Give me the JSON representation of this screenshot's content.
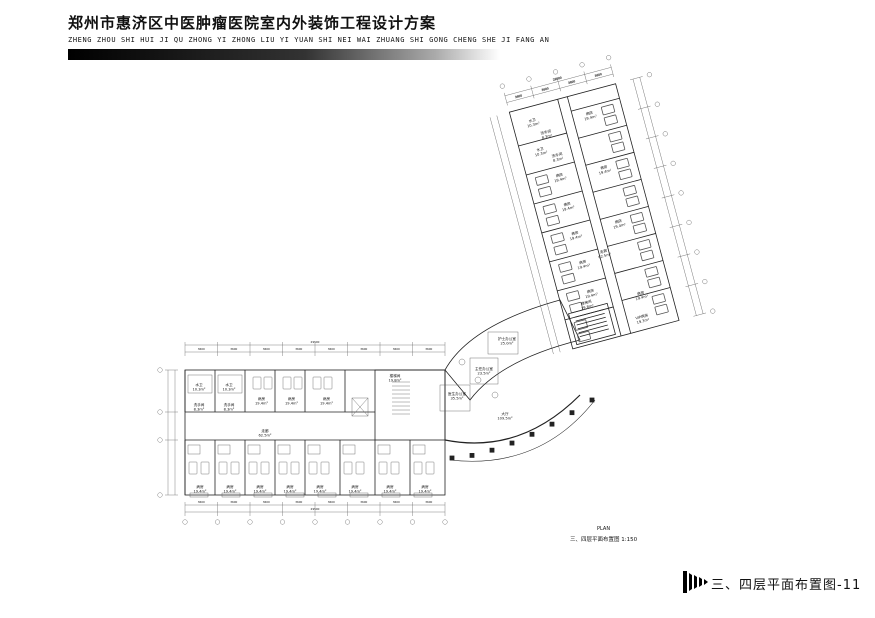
{
  "header": {
    "title_cn": "郑州市惠济区中医肿瘤医院室内外装饰工程设计方案",
    "title_en": "ZHENG ZHOU SHI HUI JI QU ZHONG YI ZHONG LIU YI YUAN SHI NEI  WAI ZHUANG SHI GONG CHENG SHE JI FANG AN"
  },
  "plan": {
    "label": "PLAN",
    "caption": "三、四层平面布置图 1:150",
    "rooms": {
      "left_wing": [
        {
          "name": "病房",
          "area": "19.4m²"
        },
        {
          "name": "病房",
          "area": "19.4m²"
        },
        {
          "name": "病房",
          "area": "19.4m²"
        },
        {
          "name": "病房",
          "area": "19.4m²"
        },
        {
          "name": "病房",
          "area": "19.4m²"
        },
        {
          "name": "病房",
          "area": "19.4m²"
        },
        {
          "name": "病房",
          "area": "19.4m²"
        },
        {
          "name": "病房",
          "area": "19.4m²"
        },
        {
          "name": "病房",
          "area": "19.4m²"
        },
        {
          "name": "病房",
          "area": "19.4m²"
        },
        {
          "name": "病房",
          "area": "19.4m²"
        },
        {
          "name": "病房",
          "area": "19.4m²"
        }
      ],
      "left_special": [
        {
          "name": "水卫",
          "area": "10.3m²"
        },
        {
          "name": "水卫",
          "area": "10.3m²"
        },
        {
          "name": "洗手间",
          "area": "8.3m²"
        },
        {
          "name": "洗手间",
          "area": "8.3m²"
        },
        {
          "name": "走廊",
          "area": "62.5m²"
        },
        {
          "name": "楼梯间",
          "area": "19.8m²"
        }
      ],
      "right_wing": [
        {
          "name": "病房",
          "area": "19.4m²"
        },
        {
          "name": "病房",
          "area": "19.4m²"
        },
        {
          "name": "病房",
          "area": "19.4m²"
        },
        {
          "name": "病房",
          "area": "19.4m²"
        },
        {
          "name": "病房",
          "area": "19.4m²"
        },
        {
          "name": "病房",
          "area": "19.4m²"
        },
        {
          "name": "病房",
          "area": "19.4m²"
        },
        {
          "name": "病房",
          "area": "19.4m²"
        }
      ],
      "right_special": [
        {
          "name": "水卫",
          "area": "10.3m²"
        },
        {
          "name": "水卫",
          "area": "10.3m²"
        },
        {
          "name": "洗手间",
          "area": "8.3m²"
        },
        {
          "name": "洗手间",
          "area": "8.3m²"
        },
        {
          "name": "走廊",
          "area": "62.5m²"
        },
        {
          "name": "楼梯间",
          "area": "19.8m²"
        },
        {
          "name": "VIP病房",
          "area": "19.3m²"
        },
        {
          "name": "病房",
          "area": "19.4m²"
        }
      ],
      "center": [
        {
          "name": "护士办公室",
          "area": "25.0m²"
        },
        {
          "name": "主任办公室",
          "area": "23.5m²"
        },
        {
          "name": "医生办公室",
          "area": "35.5m²"
        },
        {
          "name": "大厅",
          "area": "109.5m²"
        }
      ]
    },
    "dims": {
      "left_total": "29500",
      "left_bay": "3600",
      "right_total": "29500",
      "right_bay": "3600"
    }
  },
  "footer": {
    "sheet_title": "三、四层平面布置图-11"
  }
}
